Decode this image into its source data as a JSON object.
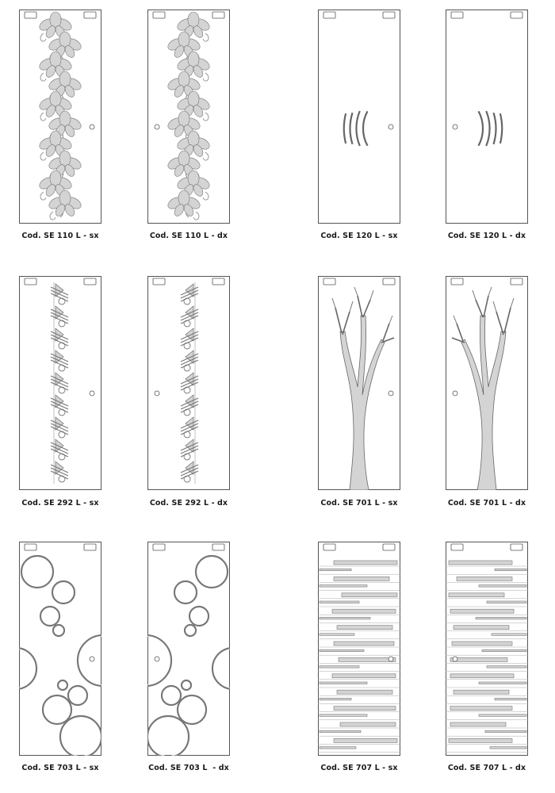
{
  "catalog": {
    "doors": [
      {
        "code": "Cod. SE 110 L - sx",
        "pattern": "floral-vine",
        "hinge": "sx"
      },
      {
        "code": "Cod. SE 110 L - dx",
        "pattern": "floral-vine",
        "hinge": "dx"
      },
      {
        "code": "Cod. SE 120 L - sx",
        "pattern": "arcs",
        "hinge": "sx"
      },
      {
        "code": "Cod. SE 120 L - dx",
        "pattern": "arcs",
        "hinge": "dx"
      },
      {
        "code": "Cod. SE 292 L - sx",
        "pattern": "geometric-column",
        "hinge": "sx"
      },
      {
        "code": "Cod. SE 292 L - dx",
        "pattern": "geometric-column",
        "hinge": "dx"
      },
      {
        "code": "Cod. SE 701 L - sx",
        "pattern": "tree",
        "hinge": "sx"
      },
      {
        "code": "Cod. SE 701 L - dx",
        "pattern": "tree",
        "hinge": "dx"
      },
      {
        "code": "Cod. SE 703 L - sx",
        "pattern": "circles",
        "hinge": "sx"
      },
      {
        "code": "Cod. SE 703 L  - dx",
        "pattern": "circles",
        "hinge": "dx"
      },
      {
        "code": "Cod. SE 707 L - sx",
        "pattern": "horizontal-stripes",
        "hinge": "sx"
      },
      {
        "code": "Cod. SE 707 L - dx",
        "pattern": "horizontal-stripes",
        "hinge": "dx"
      }
    ]
  },
  "colors": {
    "outline": "#555555",
    "etch": "#d4d4d4",
    "background": "#ffffff"
  }
}
